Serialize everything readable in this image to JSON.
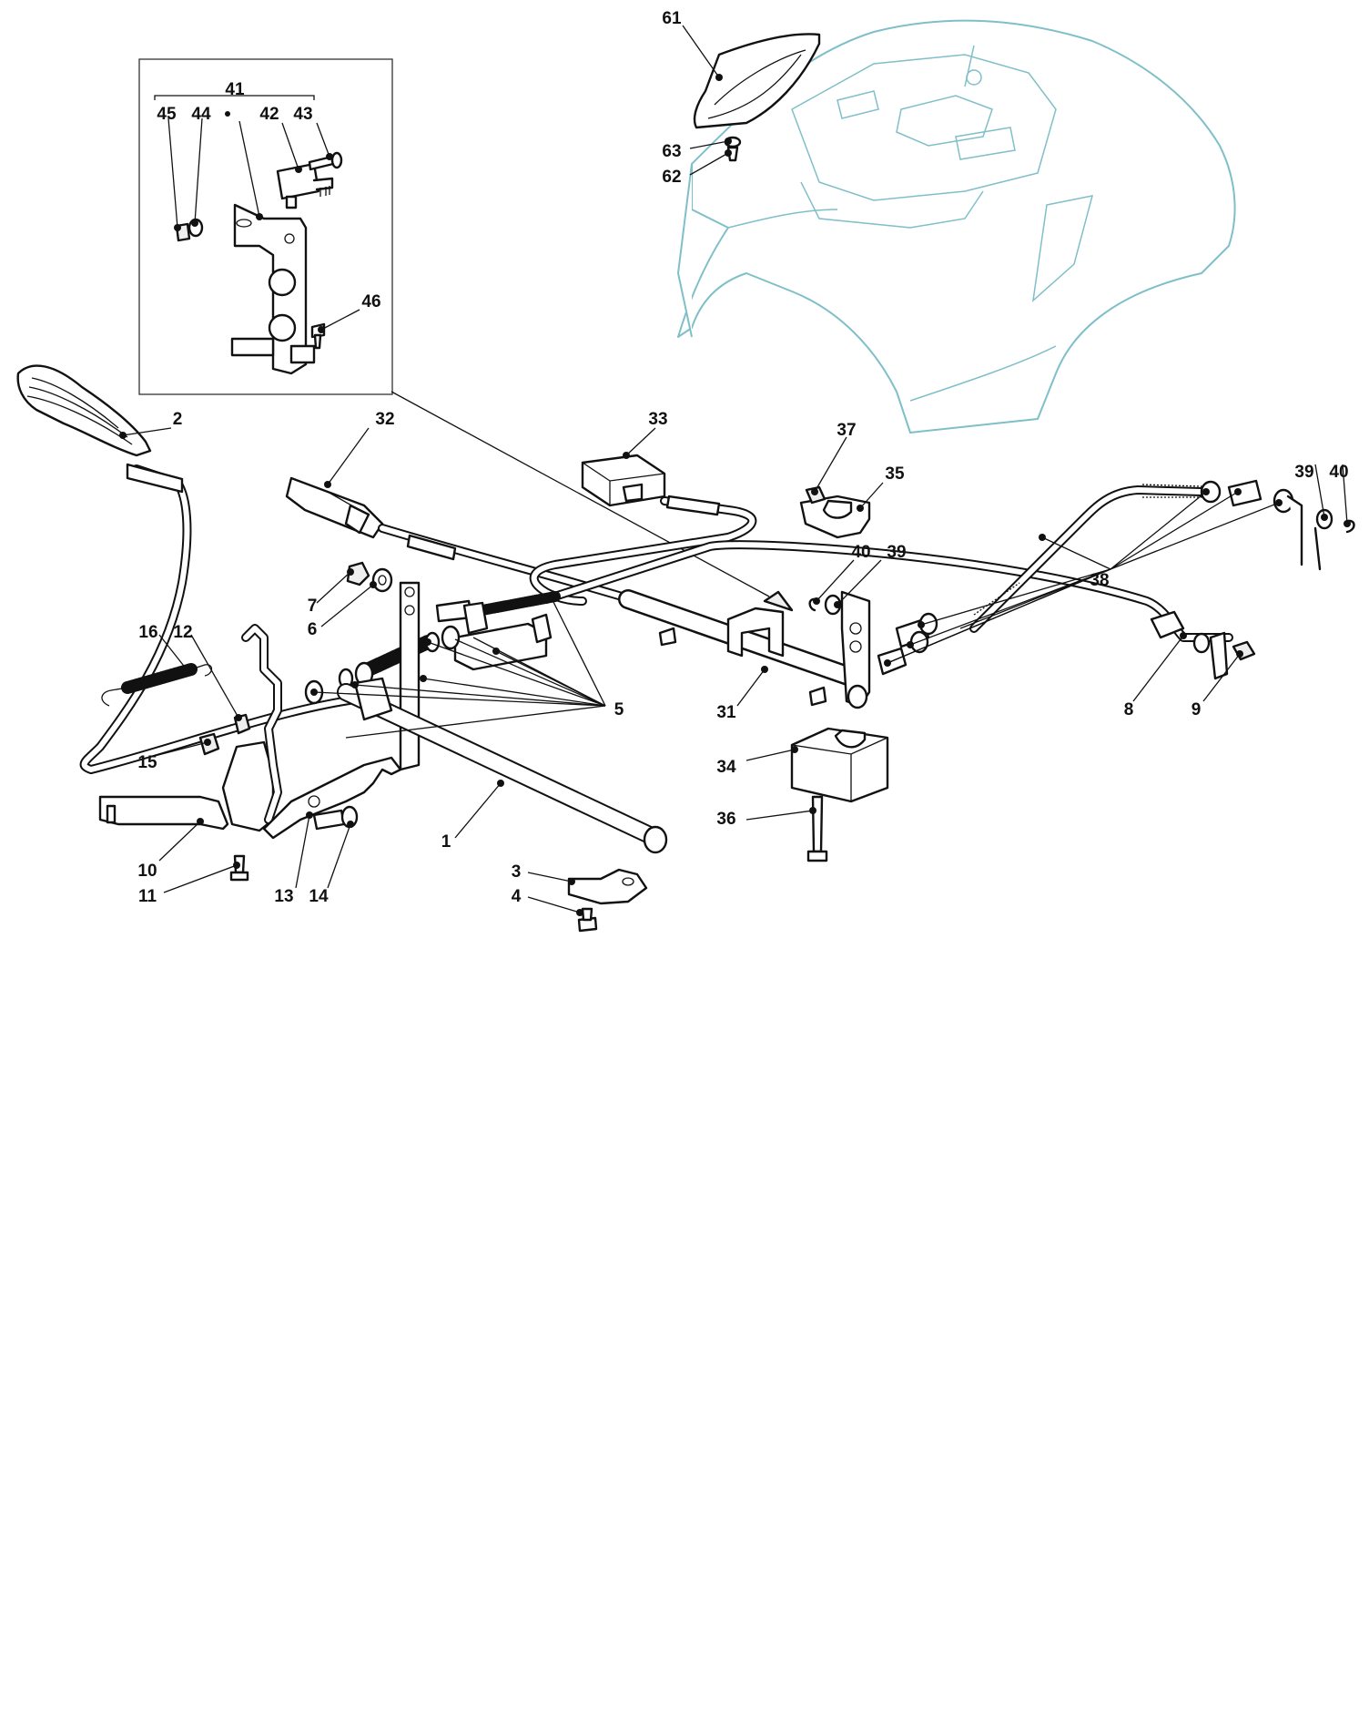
{
  "colors": {
    "line": "#111111",
    "body_outline": "#7fbfc8",
    "background": "#ffffff"
  },
  "labels": {
    "p1": "1",
    "p2": "2",
    "p3": "3",
    "p4": "4",
    "p5": "5",
    "p6": "6",
    "p7": "7",
    "p8": "8",
    "p9": "9",
    "p10": "10",
    "p11": "11",
    "p12": "12",
    "p13": "13",
    "p14": "14",
    "p15": "15",
    "p16": "16",
    "p31": "31",
    "p32": "32",
    "p33": "33",
    "p34": "34",
    "p35": "35",
    "p36": "36",
    "p37": "37",
    "p38": "38",
    "p39a": "39",
    "p39b": "39",
    "p40a": "40",
    "p40b": "40",
    "p41": "41",
    "p42": "42",
    "p43": "43",
    "p44": "44",
    "p45": "45",
    "p46": "46",
    "p61": "61",
    "p62": "62",
    "p63": "63"
  }
}
